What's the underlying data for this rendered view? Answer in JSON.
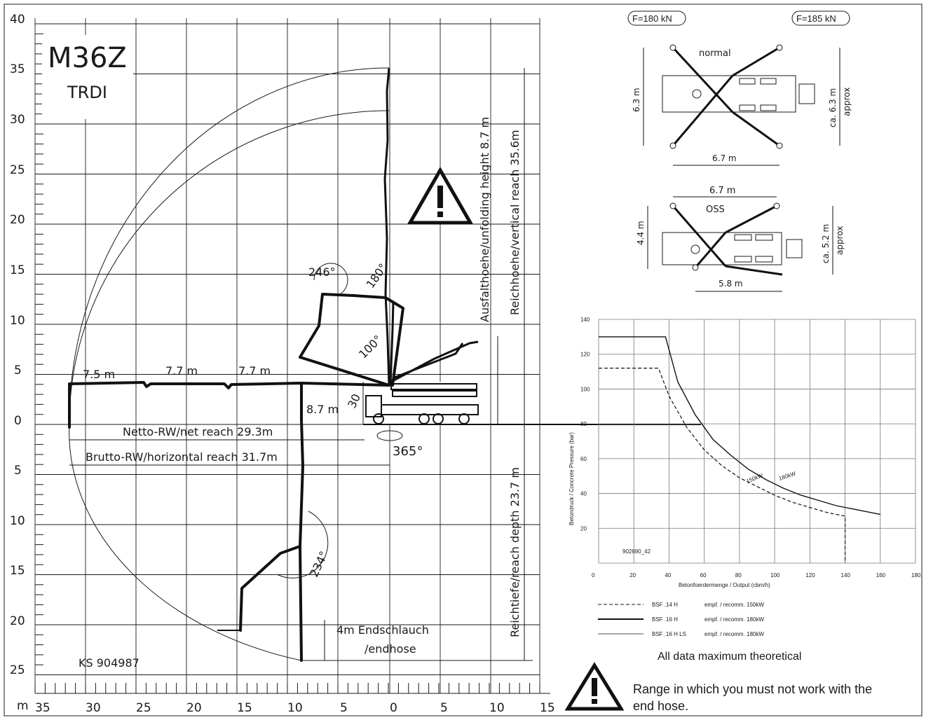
{
  "boom_chart": {
    "model": "M36Z",
    "variant": "TRDI",
    "drawing_no": "KS 904987",
    "y_ticks": [
      "40",
      "35",
      "30",
      "25",
      "20",
      "15",
      "10",
      "5",
      "0",
      "5",
      "10",
      "15",
      "20",
      "25"
    ],
    "x_ticks": [
      "35",
      "30",
      "25",
      "20",
      "15",
      "10",
      "5",
      "0",
      "5",
      "10",
      "15"
    ],
    "unit": "m",
    "seg1": "7.5 m",
    "seg2": "7.7 m",
    "seg3": "7.7 m",
    "seg4": "8.7 m",
    "angle_small": "30",
    "net_reach": "Netto-RW/net reach 29.3m",
    "horizontal_reach": "Brutto-RW/horizontal reach 31.7m",
    "rotation": "365°",
    "angle_246": "246°",
    "angle_180": "180°",
    "angle_100": "100°",
    "angle_234": "234°",
    "unfolding_height": "Ausfalthoehe/unfolding height 8.7 m",
    "vertical_reach": "Reichhoehe/vertical reach 35.6m",
    "reach_depth": "Reichtiefe/reach depth 23.7 m",
    "endhose_1": "4m Endschlauch",
    "endhose_2": "/endhose"
  },
  "outriggers": {
    "force_left": "F=180 kN",
    "force_right": "F=185 kN",
    "normal_label": "normal",
    "normal_depth": "6.3 m",
    "normal_width": "6.7 m",
    "normal_approx_1": "ca. 6.3 m",
    "normal_approx_2": "approx",
    "oss_top_width": "6.7 m",
    "oss_label": "OSS",
    "oss_depth": "4.4 m",
    "oss_width": "5.8 m",
    "oss_approx_1": "ca. 5.2 m",
    "oss_approx_2": "approx"
  },
  "chart_data": {
    "type": "line",
    "title": "",
    "xlabel": "Betonfoerdermenge / Output  (cbm/h)",
    "ylabel": "Betondruck / Concrete Pressure (bar)",
    "xlim": [
      0,
      180
    ],
    "ylim": [
      0,
      140
    ],
    "x_ticks": [
      0,
      20,
      40,
      60,
      80,
      100,
      120,
      140,
      160,
      180
    ],
    "y_ticks": [
      0,
      20,
      40,
      60,
      80,
      100,
      120,
      140
    ],
    "grid": true,
    "annotation": "902690_42",
    "series": [
      {
        "name": "150kW",
        "style": "dashed",
        "x": [
          0,
          34,
          40,
          50,
          60,
          70,
          80,
          90,
          100,
          110,
          120,
          130,
          140,
          140
        ],
        "y": [
          112,
          112,
          96,
          78,
          65,
          56,
          49,
          44,
          39,
          35,
          32,
          29,
          27,
          0
        ]
      },
      {
        "name": "180kW",
        "style": "solid",
        "x": [
          0,
          38,
          45,
          55,
          65,
          75,
          85,
          95,
          105,
          115,
          125,
          135,
          145,
          155,
          160
        ],
        "y": [
          130,
          130,
          104,
          85,
          71,
          62,
          54,
          48,
          43,
          39,
          36,
          33,
          31,
          29,
          28
        ]
      }
    ]
  },
  "legend": [
    {
      "model": "BSF .14 H",
      "recommendation": "empf. / recomm. 150kW",
      "style": "dashed"
    },
    {
      "model": "BSF .16 H",
      "recommendation": "empf. / recomm. 180kW",
      "style": "thick"
    },
    {
      "model": "BSF .16 H LS",
      "recommendation": "empf. / recomm. 180kW",
      "style": "thin"
    }
  ],
  "footer": {
    "note": "All data maximum theoretical",
    "warning_1": "Range in which you must not work with the",
    "warning_2": "end hose."
  }
}
